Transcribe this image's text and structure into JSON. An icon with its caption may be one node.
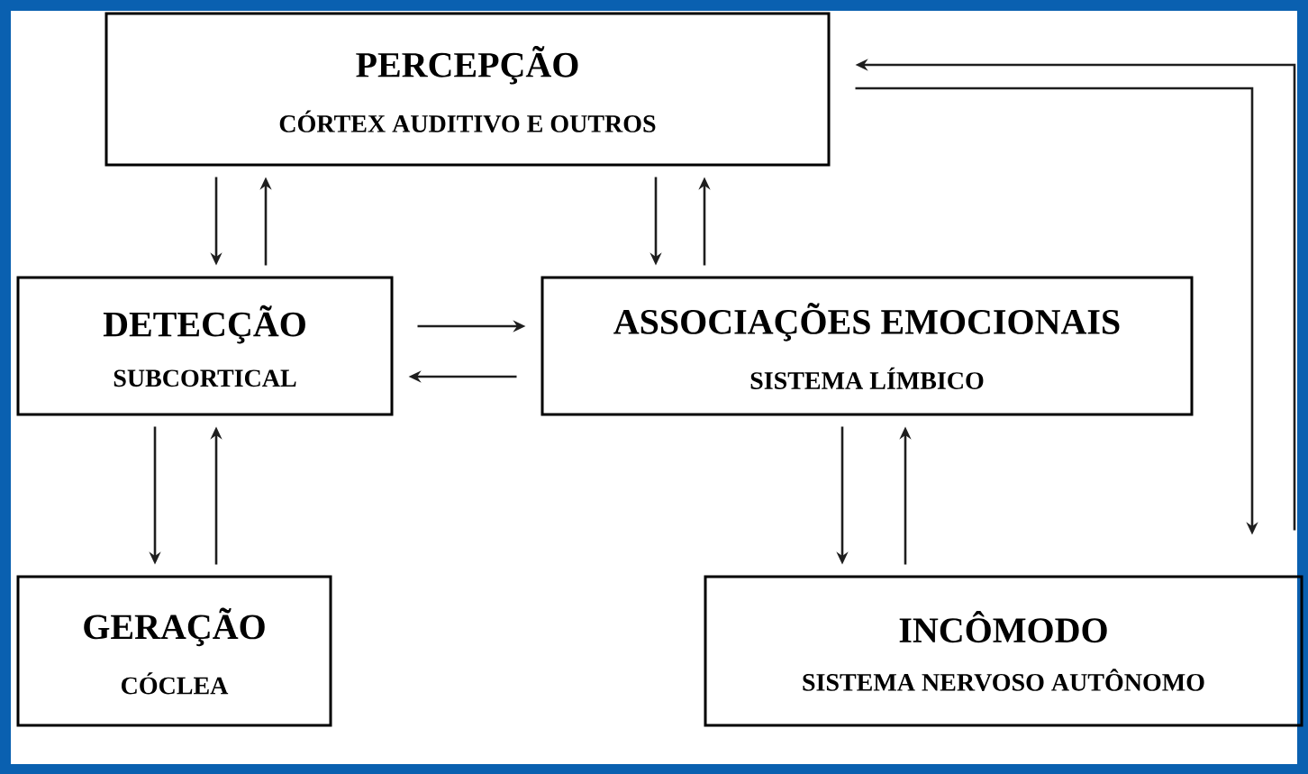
{
  "diagram": {
    "nodes": [
      {
        "text": [
          "PERCEPÇÃO",
          "CÓRTEX AUDITIVO E OUTROS"
        ]
      },
      {
        "text": [
          "DETECÇÃO",
          "SUBCORTICAL"
        ]
      },
      {
        "text": [
          "ASSOCIAÇÕES EMOCIONAIS",
          "SISTEMA LÍMBICO"
        ]
      },
      {
        "text": [
          "GERAÇÃO",
          "CÓCLEA"
        ]
      },
      {
        "text": [
          "INCÔMODO",
          "SISTEMA NERVOSO AUTÔNOMO"
        ]
      }
    ],
    "edges": [
      {
        "from": 0,
        "to": 1,
        "arrow": "to"
      },
      {
        "from": 1,
        "to": 0,
        "arrow": "to"
      },
      {
        "from": 0,
        "to": 2,
        "arrow": "to"
      },
      {
        "from": 2,
        "to": 0,
        "arrow": "to"
      },
      {
        "from": 1,
        "to": 2,
        "arrow": "to"
      },
      {
        "from": 2,
        "to": 1,
        "arrow": "to"
      },
      {
        "from": 1,
        "to": 3,
        "arrow": "to"
      },
      {
        "from": 3,
        "to": 1,
        "arrow": "to"
      },
      {
        "from": 2,
        "to": 4,
        "arrow": "to"
      },
      {
        "from": 4,
        "to": 2,
        "arrow": "to"
      },
      {
        "from": 0,
        "to": 4,
        "arrow": "to"
      },
      {
        "from": 4,
        "to": 0,
        "arrow": "to"
      }
    ]
  }
}
